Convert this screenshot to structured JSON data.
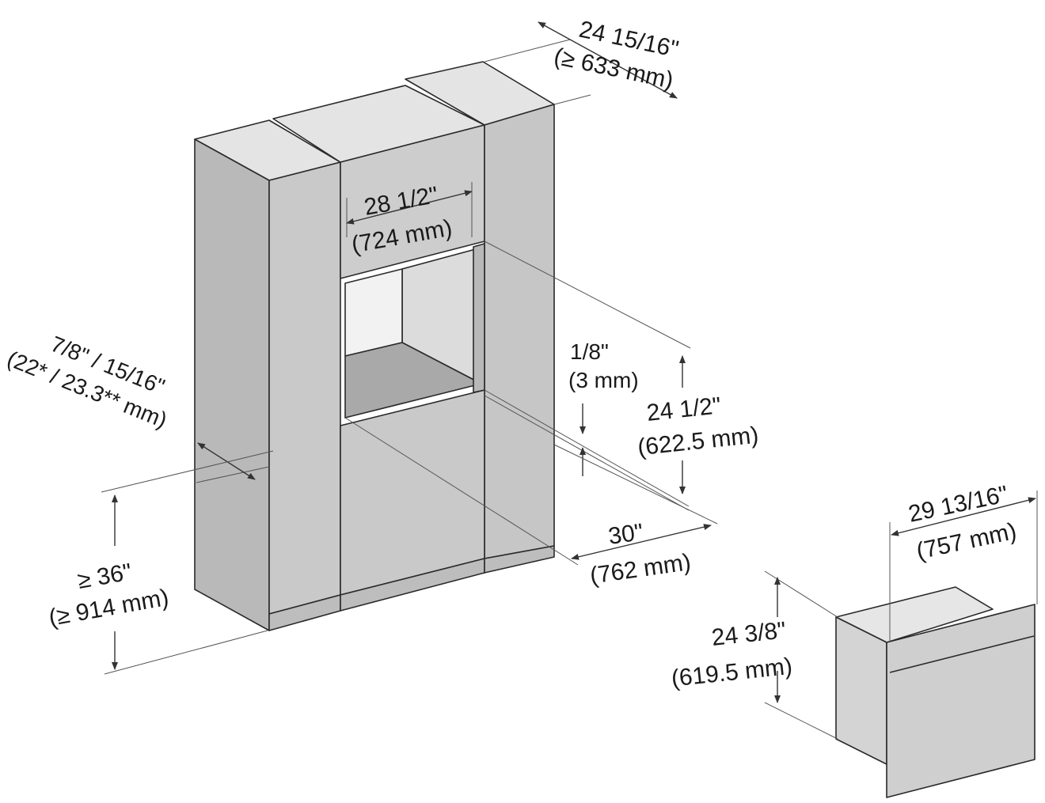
{
  "colors": {
    "cabinet_front": "#c9c9c9",
    "cabinet_side": "#b3b3b3",
    "cabinet_top": "#e4e4e4",
    "niche_back": "#d9d9d9",
    "niche_floor": "#a8a8a8",
    "plinth": "#bdbdbd",
    "oven_front": "#cfcfcf",
    "line": "#2a2a2a"
  },
  "dimensions": {
    "depth": {
      "line1": "24 15/16\"",
      "line2": "(≥ 633 mm)"
    },
    "niche_width": {
      "line1": "28 1/2\"",
      "line2": "(724 mm)"
    },
    "front_thickness": {
      "line1": "7/8\" / 15/16\"",
      "line2": "(22* / 23.3** mm)"
    },
    "gap": {
      "line1": "1/8\"",
      "line2": "(3 mm)"
    },
    "niche_height": {
      "line1": "24 1/2\"",
      "line2": "(622.5 mm)"
    },
    "niche_depth": {
      "line1": "30\"",
      "line2": "(762 mm)"
    },
    "floor_height": {
      "line1": "≥ 36\"",
      "line2": "(≥ 914 mm)"
    },
    "appliance_width": {
      "line1": "29 13/16\"",
      "line2": "(757 mm)"
    },
    "appliance_height": {
      "line1": "24 3/8\"",
      "line2": "(619.5 mm)"
    }
  }
}
